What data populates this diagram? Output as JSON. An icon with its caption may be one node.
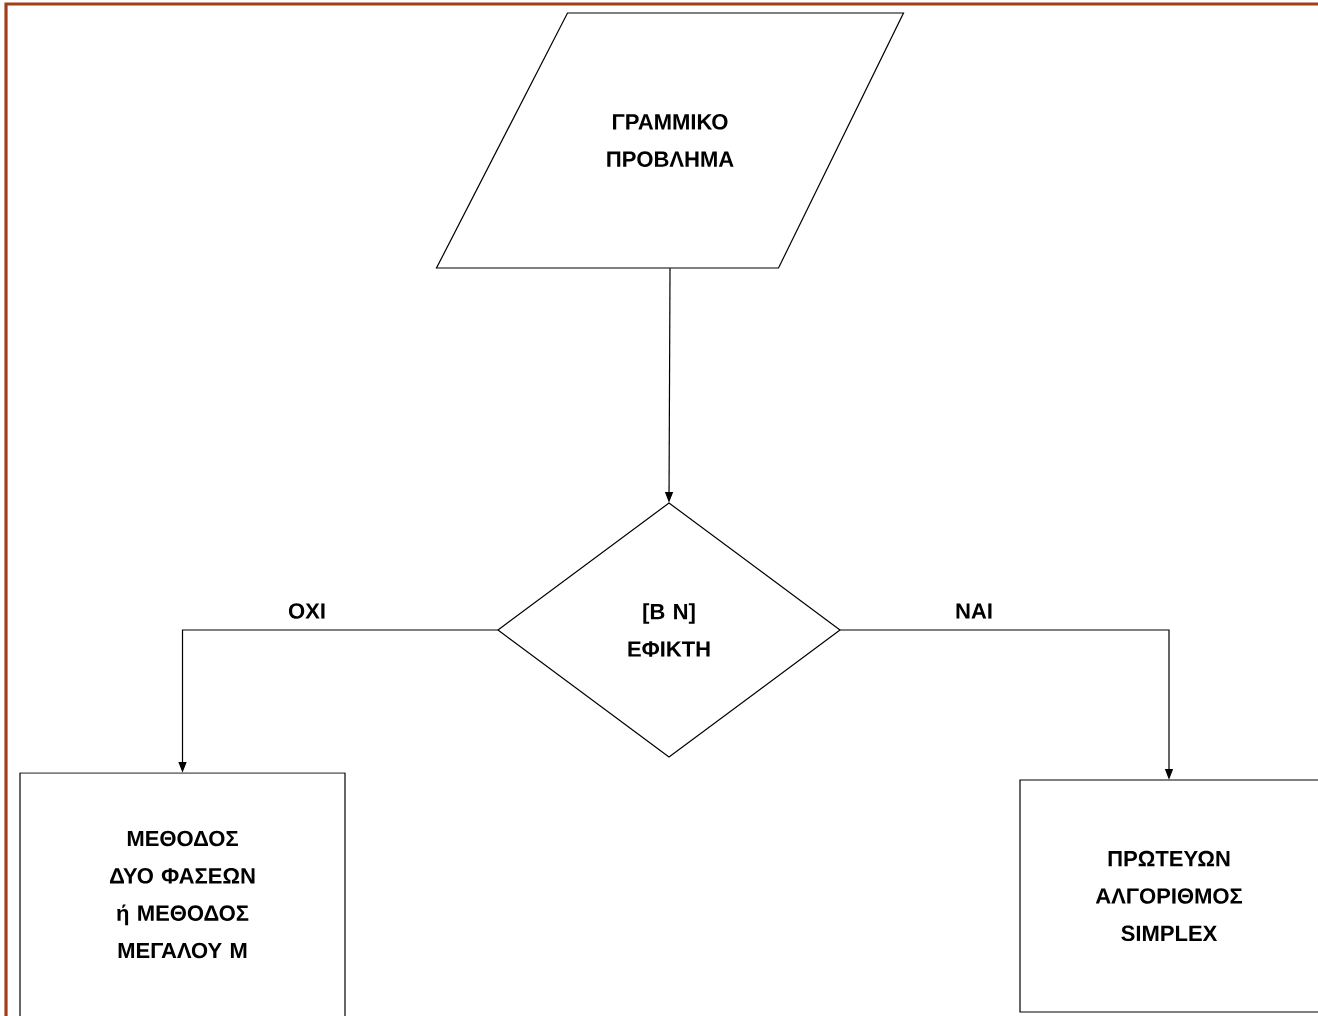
{
  "diagram": {
    "nodes": [
      {
        "text": [
          "ΓΡΑΜΜΙΚΟ ΠΡΟΒΛΗΜΑ"
        ]
      },
      {
        "text": [
          "[Β Ν] ΕΦΙΚΤΗ"
        ]
      },
      {
        "text": [
          "ΜΕΘΟΔΟΣ ΔΥΟ ΦΑΣΕΩΝ ή ΜΕΘΟΔΟΣ ΜΕΓΑΛΟΥ Μ"
        ]
      },
      {
        "text": [
          "ΠΡΩΤΕΥΩΝ ΑΛΓΟΡΙΘΜΟΣ SIMPLEX"
        ]
      }
    ],
    "edges": [
      {
        "from": 0,
        "to": 1,
        "arrow": "to"
      },
      {
        "from": 1,
        "to": 2,
        "arrow": "to",
        "label": "ΟΧΙ"
      },
      {
        "from": 1,
        "to": 3,
        "arrow": "to",
        "label": "ΝΑΙ"
      }
    ]
  }
}
